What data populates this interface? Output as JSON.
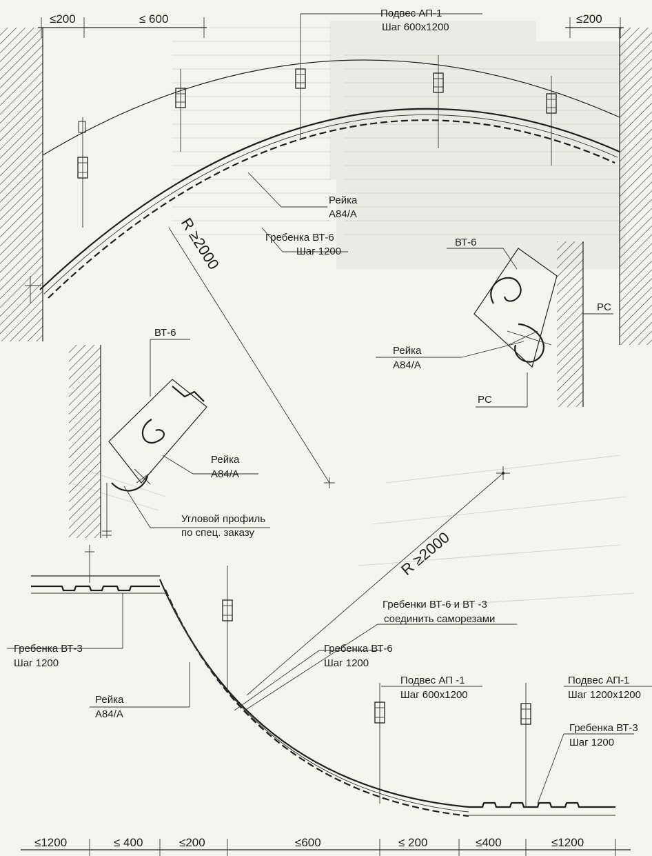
{
  "top_dims": [
    "≤200",
    "≤ 600",
    "≤200"
  ],
  "bottom_dims": [
    "≤1200",
    "≤ 400",
    "≤200",
    "≤600",
    "≤ 200",
    "≤400",
    "≤1200"
  ],
  "radius_top": "R ≥2000",
  "radius_bottom": "R ≥2000",
  "labels": {
    "podves_top_1": "Подвес АП-1",
    "podves_top_2": "Шаг 600х1200",
    "reika_top_1": "Рейка",
    "reika_top_2": "А84/А",
    "greb_bt6_top_1": "Гребенка ВТ-6",
    "greb_bt6_top_2": "Шаг 1200",
    "bt6_right": "ВТ-6",
    "reika_right_1": "Рейка",
    "reika_right_2": "А84/А",
    "pc_right_1": "PC",
    "pc_right_2": "PC",
    "bt6_left": "ВТ-6",
    "reika_left_1": "Рейка",
    "reika_left_2": "А84/А",
    "corner_1": "Угловой профиль",
    "corner_2": "по спец. заказу",
    "join_1": "Гребенки ВТ-6 и ВТ -3",
    "join_2": "соединить саморезами",
    "greb_bt3_left_1": "Гребенка ВТ-3",
    "greb_bt3_left_2": "Шаг 1200",
    "greb_bt6_bot_1": "Гребенка ВТ-6",
    "greb_bt6_bot_2": "Шаг 1200",
    "reika_bot_1": "Рейка",
    "reika_bot_2": "А84/А",
    "podves_bot_1_1": "Подвес АП -1",
    "podves_bot_1_2": "Шаг 600х1200",
    "podves_bot_2_1": "Подвес АП-1",
    "podves_bot_2_2": "Шаг 1200х1200",
    "greb_bt3_right_1": "Гребенка ВТ-3",
    "greb_bt3_right_2": "Шаг 1200"
  }
}
